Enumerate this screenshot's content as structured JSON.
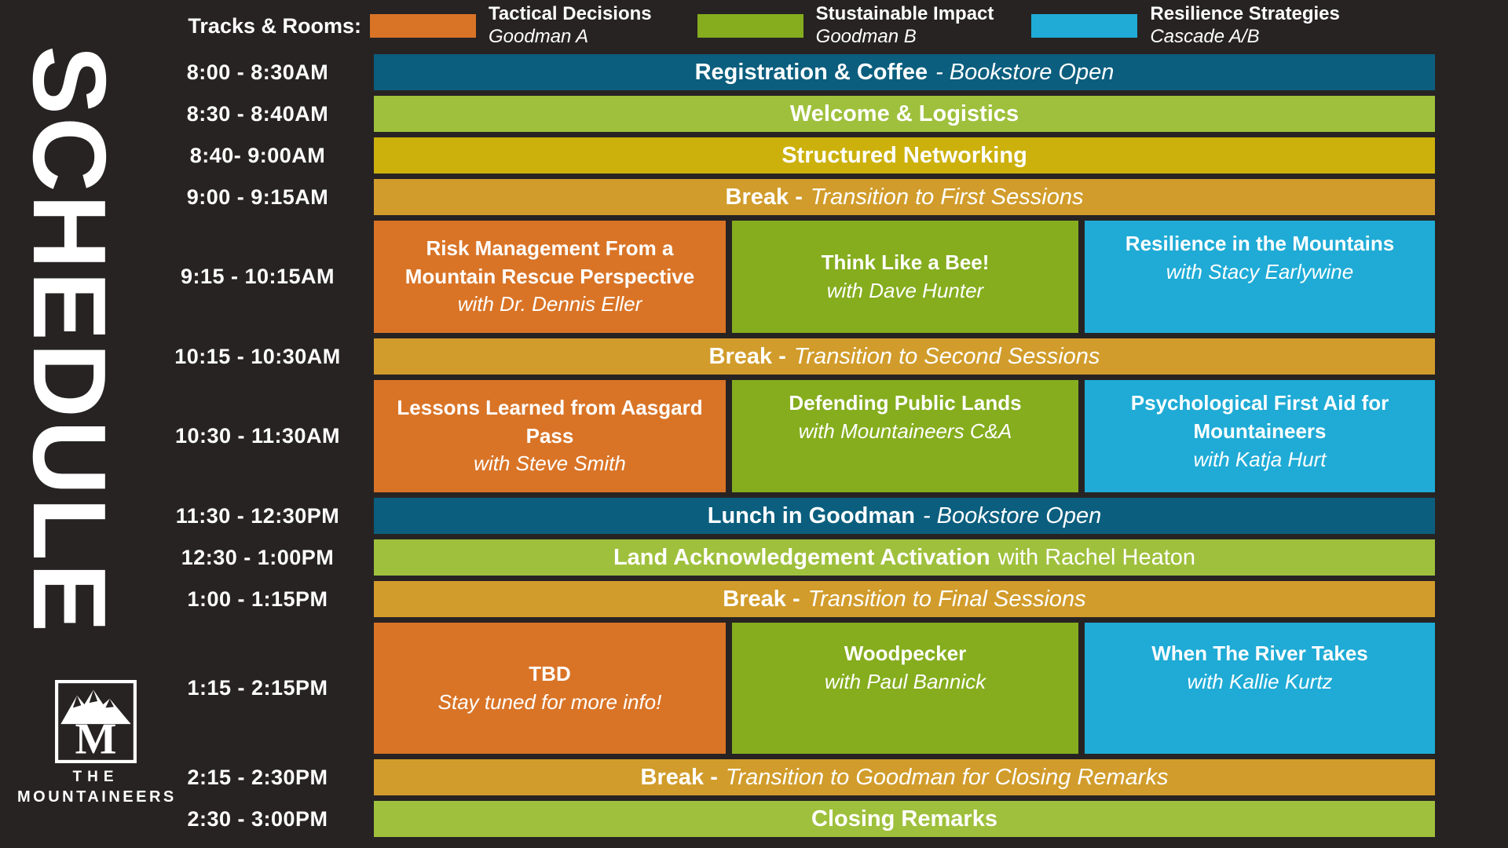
{
  "title": {
    "vertical": "SCHEDULE"
  },
  "colors": {
    "background": "#272323",
    "text": "#ffffff",
    "teal": "#0b5e7e",
    "green_light": "#9fc03c",
    "green": "#85ad1e",
    "gold": "#ccb10c",
    "amber": "#d19c2b",
    "orange": "#d97427",
    "blue": "#1fabd6"
  },
  "legend": {
    "label": "Tracks & Rooms:",
    "tracks": [
      {
        "name": "Tactical Decisions",
        "room": "Goodman A"
      },
      {
        "name": "Stustainable Impact",
        "room": "Goodman B"
      },
      {
        "name": "Resilience Strategies",
        "room": "Cascade A/B"
      }
    ]
  },
  "rows": [
    {
      "time": "8:00 - 8:30AM",
      "title": "Registration & Coffee",
      "suffix": "- Bookstore Open"
    },
    {
      "time": "8:30 - 8:40AM",
      "title": "Welcome & Logistics"
    },
    {
      "time": "8:40- 9:00AM",
      "title": "Structured Networking"
    },
    {
      "time": "9:00 - 9:15AM",
      "title": "Break -",
      "suffix": "Transition to First Sessions"
    },
    {
      "time": "9:15 - 10:15AM",
      "cells": [
        {
          "title": "Risk Management From a Mountain Rescue Perspective",
          "speaker": "with Dr. Dennis Eller"
        },
        {
          "title": "Think Like a Bee!",
          "speaker": "with Dave Hunter"
        },
        {
          "title": "Resilience in the Mountains",
          "speaker": "with Stacy Earlywine"
        }
      ]
    },
    {
      "time": "10:15 - 10:30AM",
      "title": "Break -",
      "suffix": "Transition to Second Sessions"
    },
    {
      "time": "10:30 - 11:30AM",
      "cells": [
        {
          "title": "Lessons Learned from Aasgard Pass",
          "speaker": "with Steve Smith"
        },
        {
          "title": "Defending Public Lands",
          "speaker": "with Mountaineers C&A"
        },
        {
          "title": "Psychological First Aid for Mountaineers",
          "speaker": "with Katja Hurt"
        }
      ]
    },
    {
      "time": "11:30 - 12:30PM",
      "title": "Lunch in Goodman",
      "suffix": "- Bookstore Open"
    },
    {
      "time": "12:30 - 1:00PM",
      "title": "Land Acknowledgement Activation",
      "suffix": "with Rachel Heaton"
    },
    {
      "time": "1:00 - 1:15PM",
      "title": "Break -",
      "suffix": "Transition to Final Sessions"
    },
    {
      "time": "1:15 - 2:15PM",
      "cells": [
        {
          "title": "TBD",
          "speaker": "Stay tuned for more info!"
        },
        {
          "title": "Woodpecker",
          "speaker": "with Paul Bannick"
        },
        {
          "title": "When The River Takes",
          "speaker": "with Kallie Kurtz"
        }
      ]
    },
    {
      "time": "2:15 - 2:30PM",
      "title": "Break -",
      "suffix": "Transition to Goodman for Closing Remarks"
    },
    {
      "time": "2:30 - 3:00PM",
      "title": "Closing Remarks"
    }
  ],
  "logo": {
    "monogram": "M",
    "line1": "THE",
    "line2": "MOUNTAINEERS"
  }
}
